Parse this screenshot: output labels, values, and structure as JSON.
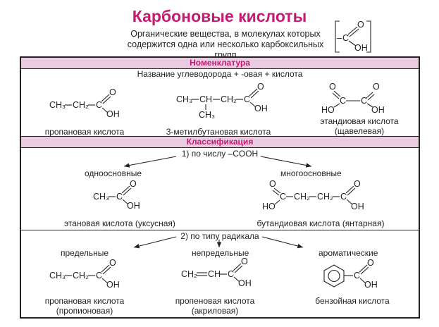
{
  "title": "Карбоновые кислоты",
  "subtitle": {
    "line1": "Органические вещества, в молекулах которых",
    "line2": "содержится одна или несколько карбоксильных групп"
  },
  "nomenclature": {
    "header": "Номенклатура",
    "rule": "Название углеводорода + -овая + кислота",
    "examples": [
      {
        "name": "пропановая кислота"
      },
      {
        "name": "3-метилбутановая кислота"
      },
      {
        "name": "этандиовая кислота",
        "trivial": "(щавелевая)"
      }
    ]
  },
  "classification": {
    "header": "Классификация",
    "by_cooh": {
      "label": "1) по числу –COOH",
      "mono": {
        "label": "одноосновные",
        "example": "этановая кислота (уксусная)"
      },
      "poly": {
        "label": "многоосновные",
        "example": "бутандиовая кислота (янтарная)"
      }
    },
    "by_radical": {
      "label": "2) по типу радикала",
      "saturated": {
        "label": "предельные",
        "name": "пропановая кислота",
        "trivial": "(пропионовая)"
      },
      "unsaturated": {
        "label": "непредельные",
        "name": "пропеновая кислота",
        "trivial": "(акриловая)"
      },
      "aromatic": {
        "label": "ароматические",
        "name": "бензойная кислота"
      }
    }
  },
  "formulas": {
    "ch3": "CH₃",
    "ch2": "CH₂",
    "ch": "CH",
    "c": "C",
    "o": "O",
    "oh": "OH",
    "ho": "HO",
    "dash": "–"
  },
  "colors": {
    "accent": "#c41a72",
    "band": "#e9cce0"
  }
}
